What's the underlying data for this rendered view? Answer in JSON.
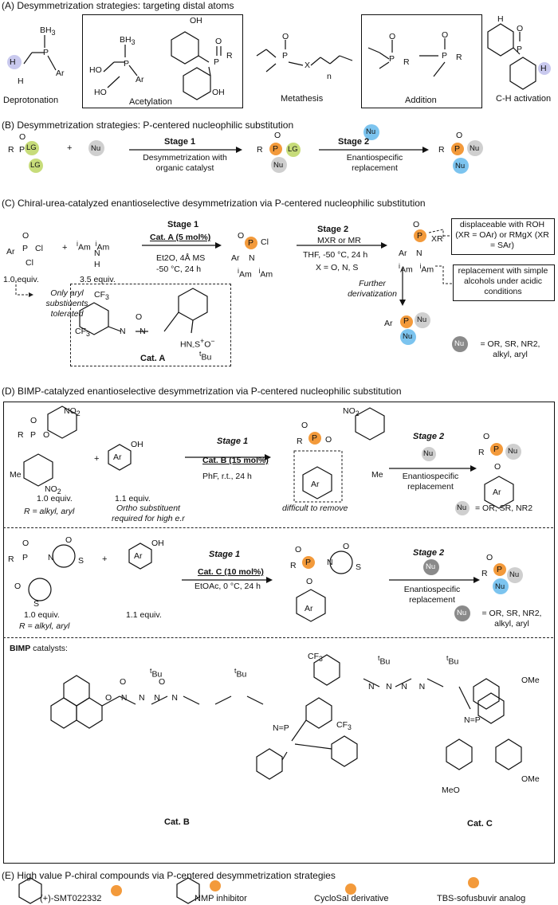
{
  "sectionA": {
    "heading": "(A) Desymmetrization strategies: targeting distal atoms",
    "labels": [
      "Deprotonation",
      "Acetylation",
      "Metathesis",
      "Addition",
      "C-H activation"
    ]
  },
  "sectionB": {
    "heading": "(B) Desymmetrization strategies: P-centered nucleophilic substitution",
    "stage1": "Stage 1",
    "stage1_desc": "Desymmetrization with organic catalyst",
    "stage2": "Stage 2",
    "stage2_desc": "Enantiospecific replacement",
    "nu": "Nu",
    "lg": "LG",
    "plus": "+"
  },
  "sectionC": {
    "heading": "(C) Chiral-urea-catalyzed enantioselective desymmetrization via P-centered nucleophilic substitution",
    "stage1": "Stage 1",
    "catA_load": "Cat. A (5 mol%)",
    "cond1a": "Et2O, 4Å MS",
    "cond1b": "-50 °C, 24 h",
    "stage2": "Stage 2",
    "cond2a": "MXR or MR",
    "cond2b": "THF, -50 °C, 24 h",
    "cond2c": "X = O, N, S",
    "equiv1": "1.0 equiv.",
    "equiv2": "3.5 equiv.",
    "only_aryl": "Only aryl substiuents tolerated",
    "catA": "Cat. A",
    "further": "Further derivatization",
    "box1": "displaceable with ROH (XR = OAr) or RMgX (XR = SAr)",
    "box2": "replacement with simple alcohols under acidic conditions",
    "nu_def": "= OR, SR, NR2, alkyl, aryl"
  },
  "sectionD": {
    "heading": "(D) BIMP-catalyzed enantioselective desymmetrization via P-centered nucleophilic substitution",
    "stage1": "Stage 1",
    "catB_load": "Cat. B (15 mol%)",
    "cond1": "PhF, r.t., 24 h",
    "stage2": "Stage 2",
    "enantio": "Enantiospecific replacement",
    "equiv1": "1.0 equiv.",
    "equiv2": "1.1 equiv.",
    "r_def": "R = alkyl, aryl",
    "ortho": "Ortho substituent required for high e.r",
    "difficult": "difficult to remove",
    "nu_def1": "= OR, SR, NR2",
    "catC_load": "Cat. C (10 mol%)",
    "cond2": "EtOAc, 0 °C, 24 h",
    "nu_def2": "= OR, SR, NR2, alkyl, aryl",
    "bimp": "BIMP catalysts:",
    "catB": "Cat. B",
    "catC": "Cat. C"
  },
  "sectionE": {
    "heading": "(E) High value P-chiral compounds via P-centered desymmetrization strategies",
    "labels": [
      "(+)-SMT022332",
      "NMP inhibitor",
      "CycloSal derivative",
      "TBS-sofusbuvir analog"
    ]
  },
  "colors": {
    "orange": "#f39a3b",
    "green": "#c7dc7a",
    "grey": "#cfcfcf",
    "blue": "#7cc4ef",
    "darkgrey": "#8a8a8a",
    "lavender": "#c9c9ee"
  }
}
